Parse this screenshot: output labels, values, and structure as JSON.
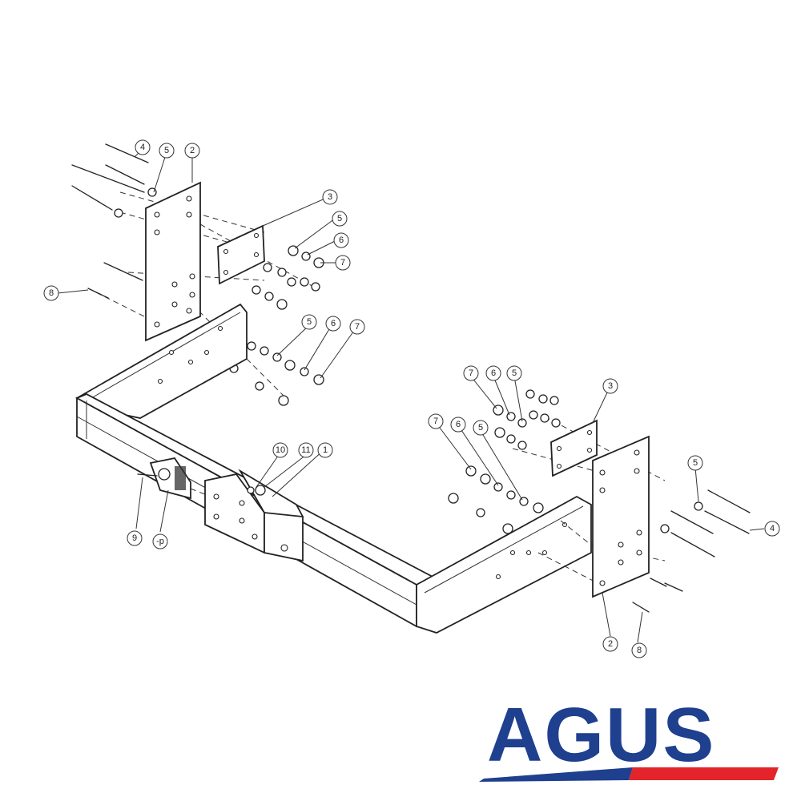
{
  "diagram": {
    "callouts": {
      "c1": "1",
      "c2a": "2",
      "c2b": "2",
      "c3a": "3",
      "c3b": "3",
      "c4a": "4",
      "c4b": "4",
      "c5a": "5",
      "c5b": "5",
      "c5c": "5",
      "c5d": "5",
      "c5e": "5",
      "c5f": "5",
      "c6a": "6",
      "c6b": "6",
      "c6c": "6",
      "c6d": "6",
      "c7a": "7",
      "c7b": "7",
      "c7c": "7",
      "c7d": "7",
      "c8a": "8",
      "c8b": "8",
      "c9": "9",
      "c10": "10",
      "c11": "11",
      "cp": "-p"
    }
  },
  "brand": {
    "logo_text": "AGUS",
    "colors": {
      "primary": "#1f3f8f",
      "accent": "#e3242b"
    }
  }
}
